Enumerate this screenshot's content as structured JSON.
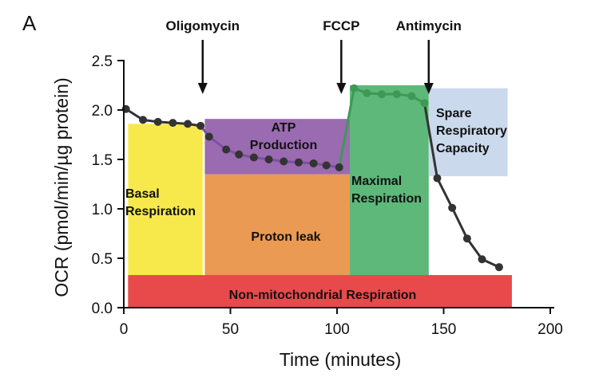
{
  "panel_label": "A",
  "chart_data": {
    "type": "line",
    "xlabel": "Time (minutes)",
    "ylabel": "OCR (pmol/min/µg protein)",
    "xlim": [
      0,
      200
    ],
    "ylim": [
      0,
      2.5
    ],
    "x_ticks": [
      0,
      50,
      100,
      150,
      200
    ],
    "y_ticks": [
      "0.0",
      "0.5",
      "1.0",
      "1.5",
      "2.0",
      "2.5"
    ],
    "grid": false,
    "series": [
      {
        "x": [
          1,
          9,
          16,
          23,
          30,
          36,
          40,
          48,
          54,
          61,
          68,
          75,
          82,
          89,
          95,
          101,
          108,
          114,
          121,
          128,
          135,
          141,
          147,
          154,
          161,
          168,
          176
        ],
        "y": [
          2.01,
          1.9,
          1.88,
          1.87,
          1.86,
          1.84,
          1.73,
          1.6,
          1.55,
          1.52,
          1.5,
          1.48,
          1.47,
          1.46,
          1.44,
          1.42,
          2.22,
          2.17,
          2.16,
          2.16,
          2.14,
          2.07,
          1.31,
          1.01,
          0.7,
          0.49,
          0.41
        ],
        "color": "#333333"
      }
    ],
    "injections": [
      {
        "label": "Oligomycin",
        "x": 37
      },
      {
        "label": "FCCP",
        "x": 102
      },
      {
        "label": "Antimycin",
        "x": 143
      }
    ],
    "regions": [
      {
        "label_lines": [
          "Basal",
          "Respiration"
        ],
        "x": [
          2,
          37
        ],
        "y": [
          0.0,
          1.86
        ],
        "color": "#f7e94b"
      },
      {
        "label_lines": [
          "Proton leak"
        ],
        "x": [
          38,
          106
        ],
        "y": [
          0.0,
          1.35
        ],
        "color": "#eb9a53"
      },
      {
        "label_lines": [
          "ATP",
          "Production"
        ],
        "x": [
          38,
          106
        ],
        "y": [
          1.35,
          1.91
        ],
        "color": "#9a6bb0"
      },
      {
        "label_lines": [
          "Maximal",
          "Respiration"
        ],
        "x": [
          106,
          143
        ],
        "y": [
          0.0,
          2.25
        ],
        "color": "#5db879"
      },
      {
        "label_lines": [
          "Spare",
          "Respiratory",
          "Capacity"
        ],
        "x": [
          143,
          180
        ],
        "y": [
          1.33,
          2.22
        ],
        "color": "#cad9ec"
      },
      {
        "label_lines": [
          "Non-mitochondrial Respiration"
        ],
        "x": [
          2,
          182
        ],
        "y": [
          0.0,
          0.33
        ],
        "color": "#e8494a"
      }
    ]
  }
}
